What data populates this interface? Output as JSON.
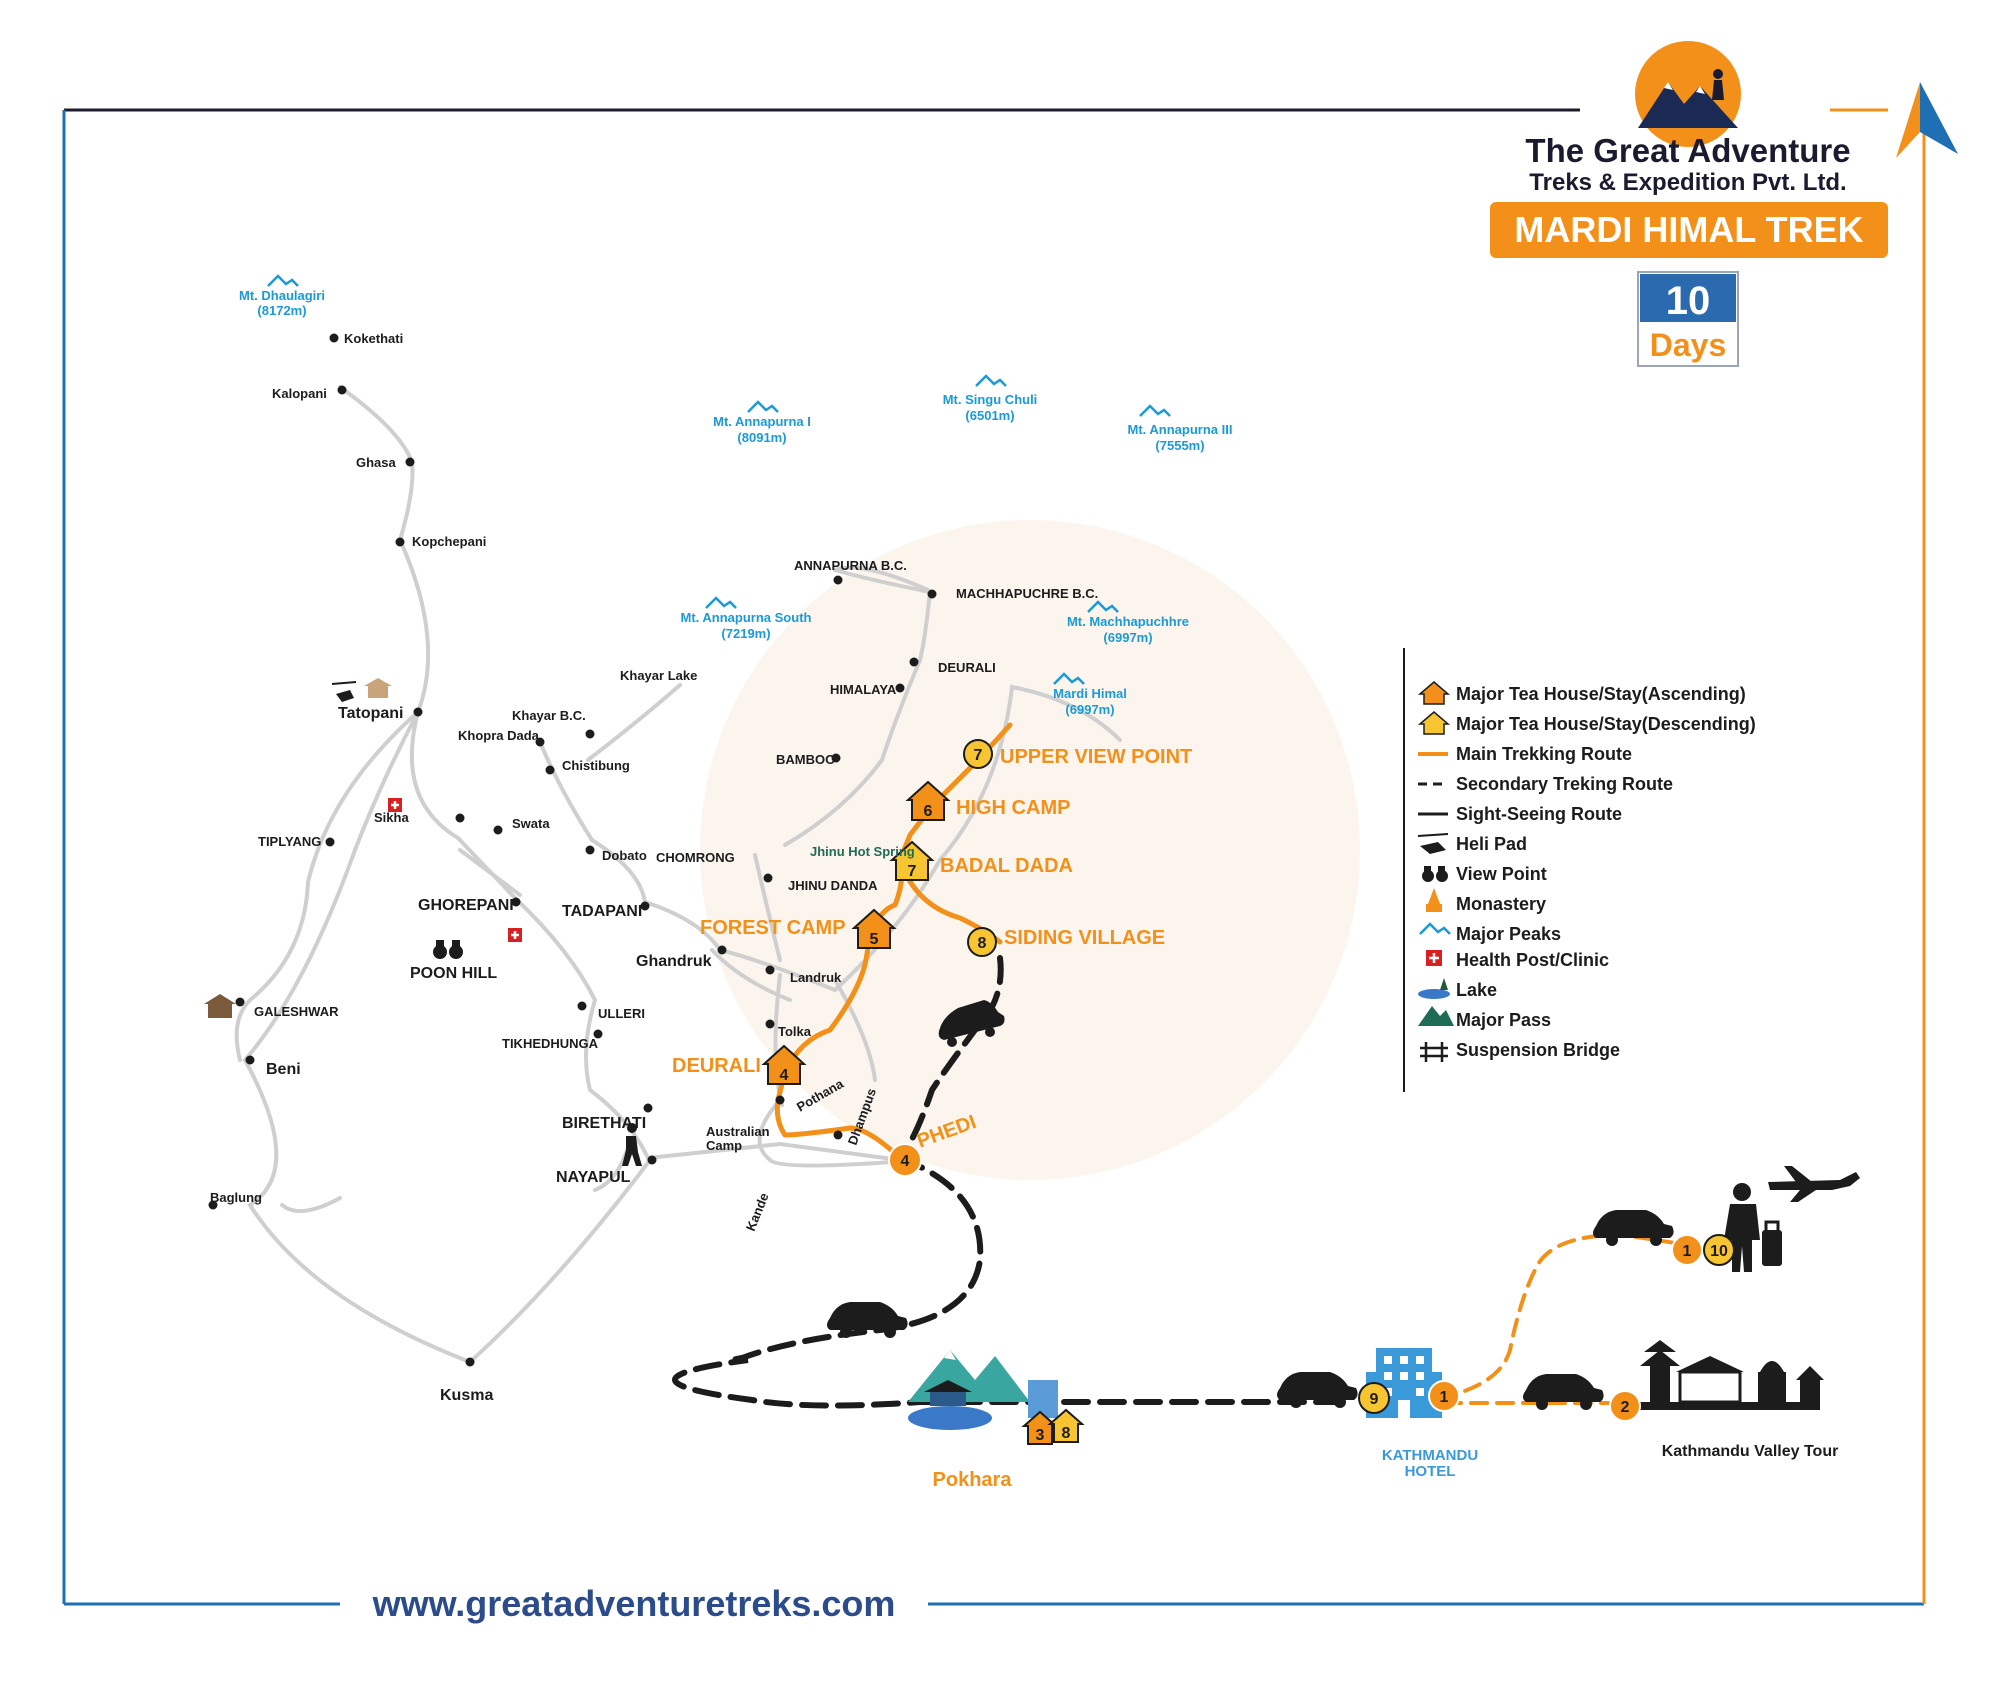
{
  "brand": {
    "name": "The Great Adventure",
    "subtitle": "Treks & Expedition Pvt. Ltd.",
    "trek_title": "MARDI HIMAL TREK",
    "days_number": "10",
    "days_word": "Days",
    "website": "www.greatadventuretreks.com"
  },
  "colors": {
    "orange": "#f39019",
    "navy": "#1f4f93",
    "sky": "#1a9ad6",
    "route_gray": "#cfcfcf",
    "stop_yellow": "#f7c531"
  },
  "peaks": [
    {
      "name": "Mt. Dhaulagiri",
      "height": "(8172m)"
    },
    {
      "name": "Mt. Annapurna I",
      "height": "(8091m)"
    },
    {
      "name": "Mt. Singu Chuli",
      "height": "(6501m)"
    },
    {
      "name": "Mt. Annapurna III",
      "height": "(7555m)"
    },
    {
      "name": "Mt. Annapurna South",
      "height": "(7219m)"
    },
    {
      "name": "Mt. Machhapuchhre",
      "height": "(6997m)"
    },
    {
      "name": "Mardi Himal",
      "height": "(6997m)"
    }
  ],
  "places": {
    "kokethati": "Kokethati",
    "kalopani": "Kalopani",
    "ghasa": "Ghasa",
    "kopchepani": "Kopchepani",
    "tatopani": "Tatopani",
    "sikha": "Sikha",
    "tiplyang": "TIPLYANG",
    "ghorepani": "GHOREPANI",
    "poon_hill": "POON HILL",
    "galeshwar": "GALESHWAR",
    "beni": "Beni",
    "baglung": "Baglung",
    "kusma": "Kusma",
    "khayar_lake": "Khayar Lake",
    "khayar_bc": "Khayar B.C.",
    "khopra_dada": "Khopra Dada",
    "chistibung": "Chistibung",
    "swata": "Swata",
    "dobato": "Dobato",
    "chomrong": "CHOMRONG",
    "tadapani": "TADAPANI",
    "ghandruk": "Ghandruk",
    "ulleri": "ULLERI",
    "tikhedhunga": "TIKHEDHUNGA",
    "birethati": "BIRETHATI",
    "nayapul": "NAYAPUL",
    "annapurna_bc": "ANNAPURNA B.C.",
    "machhapuchre_bc": "MACHHAPUCHRE B.C.",
    "deurali_upper": "DEURALI",
    "himalaya": "HIMALAYA",
    "bamboo": "BAMBOO",
    "jhinu_hot_spring": "Jhinu Hot Spring",
    "jhinu_danda": "JHINU DANDA",
    "landruk": "Landruk",
    "tolka": "Tolka",
    "australian_camp_1": "Australian",
    "australian_camp_2": "Camp",
    "pothana": "Pothana",
    "dhampus": "Dhampus",
    "kande": "Kande",
    "pokhara": "Pokhara",
    "kathmandu_hotel_1": "KATHMANDU",
    "kathmandu_hotel_2": "HOTEL",
    "kathmandu_valley_tour": "Kathmandu Valley Tour"
  },
  "stops": {
    "upper_view_point": "UPPER VIEW POINT",
    "high_camp": "HIGH CAMP",
    "badal_dada": "BADAL DADA",
    "siding_village": "SIDING VILLAGE",
    "forest_camp": "FOREST CAMP",
    "deurali": "DEURALI",
    "phedi": "PHEDI"
  },
  "day_badges": {
    "d1": "1",
    "d2": "2",
    "d3": "3",
    "d4": "4",
    "d5": "5",
    "d6": "6",
    "d7": "7",
    "d8": "8",
    "d9": "9",
    "d10": "10"
  },
  "legend": [
    {
      "label": "Major Tea House/Stay(Ascending)",
      "icon": "house-orange-icon"
    },
    {
      "label": "Major Tea House/Stay(Descending)",
      "icon": "house-yellow-icon"
    },
    {
      "label": "Main Trekking Route",
      "icon": "orange-line-icon"
    },
    {
      "label": "Secondary Treking Route",
      "icon": "dashed-line-icon"
    },
    {
      "label": "Sight-Seeing Route",
      "icon": "solid-line-icon"
    },
    {
      "label": "Heli Pad",
      "icon": "helicopter-icon"
    },
    {
      "label": "View Point",
      "icon": "binoculars-icon"
    },
    {
      "label": "Monastery",
      "icon": "monastery-icon"
    },
    {
      "label": "Major Peaks",
      "icon": "peak-icon"
    },
    {
      "label": "Health Post/Clinic",
      "icon": "health-post-icon"
    },
    {
      "label": "Lake",
      "icon": "lake-icon"
    },
    {
      "label": "Major Pass",
      "icon": "mountain-pass-icon"
    },
    {
      "label": "Suspension Bridge",
      "icon": "bridge-icon"
    }
  ]
}
